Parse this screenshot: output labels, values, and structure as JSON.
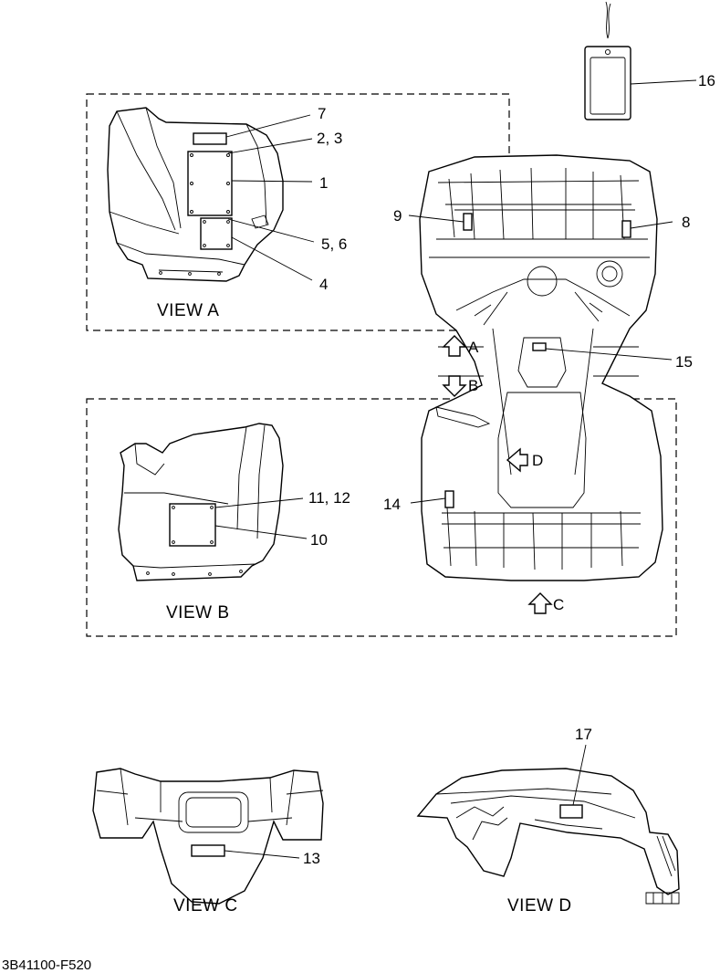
{
  "figure_code": "3B41100-F520",
  "views": [
    {
      "id": "A",
      "label": "VIEW A"
    },
    {
      "id": "B",
      "label": "VIEW B"
    },
    {
      "id": "C",
      "label": "VIEW C"
    },
    {
      "id": "D",
      "label": "VIEW D"
    }
  ],
  "view_arrows": [
    {
      "id": "A",
      "letter": "A"
    },
    {
      "id": "B",
      "letter": "B"
    },
    {
      "id": "C",
      "letter": "C"
    },
    {
      "id": "D",
      "letter": "D"
    }
  ],
  "callouts": [
    {
      "id": "c7",
      "text": "7"
    },
    {
      "id": "c23",
      "text": "2, 3"
    },
    {
      "id": "c1",
      "text": "1"
    },
    {
      "id": "c56",
      "text": "5, 6"
    },
    {
      "id": "c4",
      "text": "4"
    },
    {
      "id": "c16",
      "text": "16"
    },
    {
      "id": "c9",
      "text": "9"
    },
    {
      "id": "c8",
      "text": "8"
    },
    {
      "id": "c15",
      "text": "15"
    },
    {
      "id": "c1112",
      "text": "11, 12"
    },
    {
      "id": "c10",
      "text": "10"
    },
    {
      "id": "c14",
      "text": "14"
    },
    {
      "id": "c17",
      "text": "17"
    },
    {
      "id": "c13",
      "text": "13"
    }
  ]
}
